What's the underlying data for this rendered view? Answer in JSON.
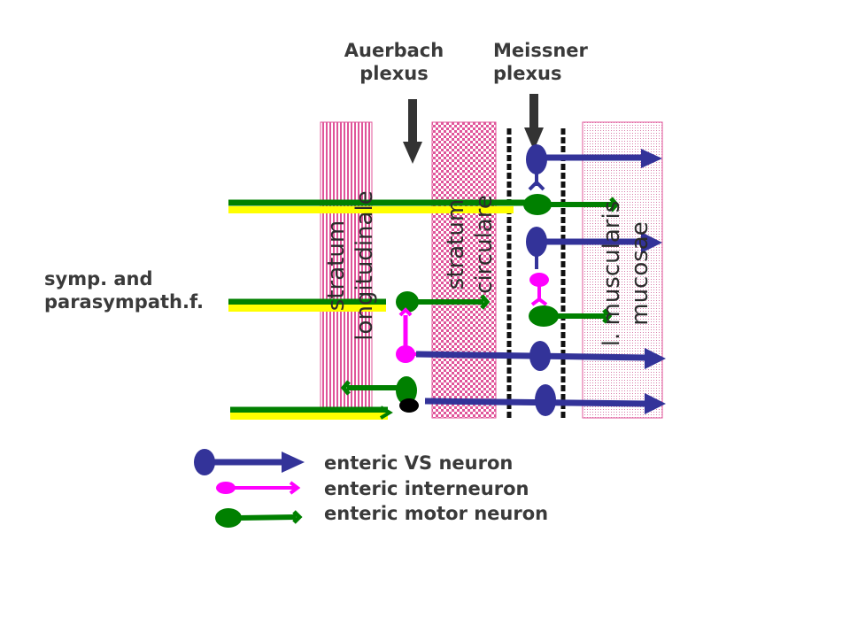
{
  "labels": {
    "auerbach": "Auerbach\nplexus",
    "meissner": "Meissner\nplexus",
    "fibers": "symp. and\nparasympath.f."
  },
  "layers": {
    "longitudinal": "stratum\nlongitudinale",
    "circular": "stratum\ncirculare",
    "mucosae": "l. muscularis\nmucosae"
  },
  "legend": {
    "vs_neuron": "enteric VS neuron",
    "interneuron": "enteric interneuron",
    "motor_neuron": "enteric motor neuron"
  },
  "colors": {
    "vs_neuron": "#333399",
    "interneuron": "#ff00ff",
    "motor_neuron": "#008000",
    "fiber_yellow": "#ffff00",
    "layer_pink": "#e0559a",
    "arrow_gray": "#333333"
  }
}
